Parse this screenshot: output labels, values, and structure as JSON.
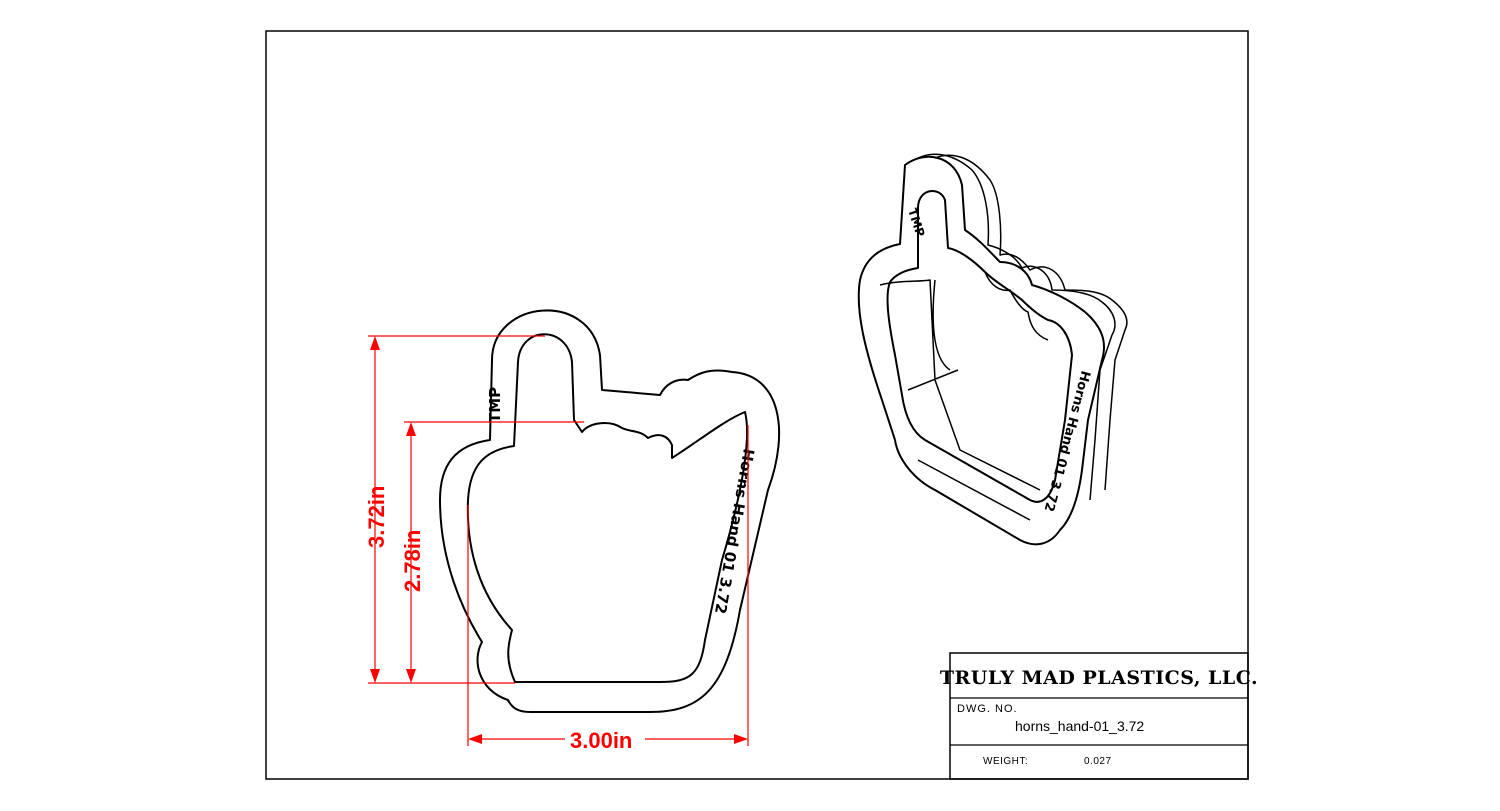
{
  "drawing": {
    "dimensions": {
      "height_outer": "3.72in",
      "height_inner": "2.78in",
      "width": "3.00in"
    },
    "emboss": {
      "maker_mark": "TMP",
      "part_label": "Horns Hand 01  3.72"
    }
  },
  "title_block": {
    "company": "TRULY MAD PLASTICS, LLC.",
    "dwg_no_label": "DWG. NO.",
    "dwg_no": "horns_hand-01_3.72",
    "weight_label": "WEIGHT:",
    "weight": "0.027"
  }
}
